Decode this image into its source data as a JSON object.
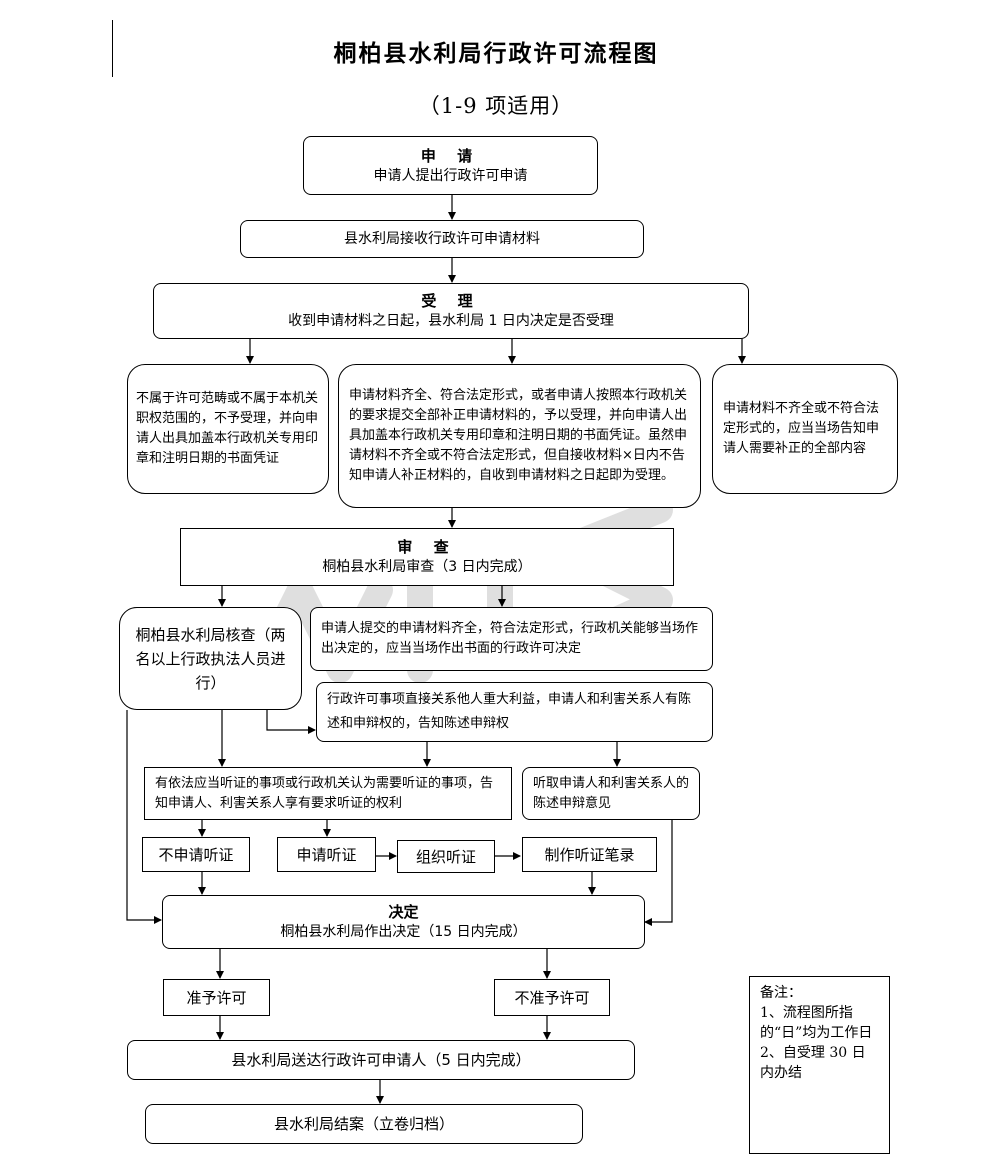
{
  "title": "桐柏县水利局行政许可流程图",
  "subtitle": "（1-9 项适用）",
  "apply": {
    "head": "申 请",
    "text": "申请人提出行政许可申请"
  },
  "receive": {
    "text": "县水利局接收行政许可申请材料"
  },
  "accept": {
    "head": "受 理",
    "text": "收到申请材料之日起，县水利局 1 日内决定是否受理"
  },
  "not_in_scope": {
    "text": "不属于许可范畴或不属于本机关职权范围的，不予受理，并向申请人出具加盖本行政机关专用印章和注明日期的书面凭证"
  },
  "accepted": {
    "text": "申请材料齐全、符合法定形式，或者申请人按照本行政机关的要求提交全部补正申请材料的，予以受理，并向申请人出具加盖本行政机关专用印章和注明日期的书面凭证。虽然申请材料不齐全或不符合法定形式，但自接收材料×日内不告知申请人补正材料的，自收到申请材料之日起即为受理。"
  },
  "incomplete": {
    "text": "申请材料不齐全或不符合法定形式的，应当当场告知申请人需要补正的全部内容"
  },
  "review": {
    "head": "审 查",
    "text": "桐柏县水利局审查（3 日内完成）"
  },
  "verify": {
    "text": "桐柏县水利局核查（两名以上行政执法人员进行）"
  },
  "on_spot": {
    "text": "申请人提交的申请材料齐全，符合法定形式，行政机关能够当场作出决定的，应当当场作出书面的行政许可决定"
  },
  "interest": {
    "text": "行政许可事项直接关系他人重大利益，申请人和利害关系人有陈述和申辩权的，告知陈述申辩权"
  },
  "hearing_notice": {
    "text": "有依法应当听证的事项或行政机关认为需要听证的事项，告知申请人、利害关系人享有要求听证的权利"
  },
  "listen": {
    "text": "听取申请人和利害关系人的陈述申辩意见"
  },
  "no_hearing": {
    "text": "不申请听证"
  },
  "request_hearing": {
    "text": "申请听证"
  },
  "organize_hearing": {
    "text": "组织听证"
  },
  "hearing_record": {
    "text": "制作听证笔录"
  },
  "decision": {
    "head": "决定",
    "text": "桐柏县水利局作出决定（15 日内完成）"
  },
  "grant": {
    "text": "准予许可"
  },
  "deny": {
    "text": "不准予许可"
  },
  "deliver": {
    "text": "县水利局送达行政许可申请人（5 日内完成）"
  },
  "close": {
    "text": "县水利局结案（立卷归档）"
  },
  "note": {
    "head": "备注：",
    "line1": "1、流程图所指的“日”均为工作日",
    "line2": "2、自受理 30 日内办结"
  }
}
